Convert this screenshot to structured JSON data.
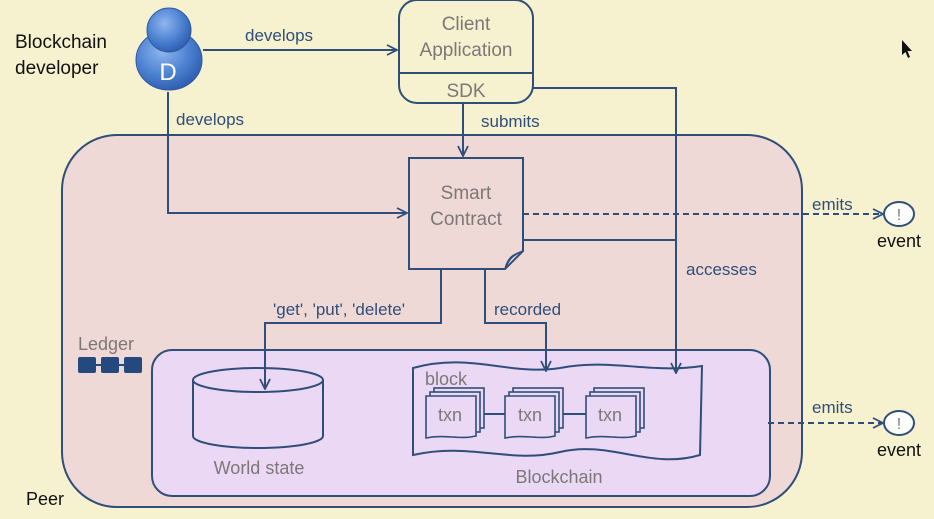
{
  "actors": {
    "developer": {
      "label_line1": "Blockchain",
      "label_line2": "developer",
      "avatar_letter": "D"
    }
  },
  "client_app": {
    "title_line1": "Client",
    "title_line2": "Application",
    "sdk_label": "SDK"
  },
  "smart_contract": {
    "title_line1": "Smart",
    "title_line2": "Contract"
  },
  "peer": {
    "label": "Peer"
  },
  "ledger": {
    "label": "Ledger",
    "world_state_label": "World state",
    "blockchain_label": "Blockchain",
    "block_label": "block",
    "txn_labels": [
      "txn",
      "txn",
      "txn"
    ]
  },
  "edges": {
    "dev_to_client": "develops",
    "dev_to_contract": "develops",
    "client_submits": "submits",
    "contract_ops": "'get', 'put', 'delete'",
    "contract_recorded": "recorded",
    "sdk_accesses": "accesses",
    "contract_emits": "emits",
    "ledger_emits": "emits"
  },
  "events": {
    "contract_event_label": "event",
    "ledger_event_label": "event",
    "event_glyph": "!"
  },
  "colors": {
    "background": "#f6f1cf",
    "peer_fill": "#efd9d6",
    "ledger_fill": "#ead8f4",
    "stroke": "#2f4f7a",
    "muted_text": "#7c7878",
    "edge_text": "#2f4f7a",
    "avatar": "#4a7fd0"
  }
}
